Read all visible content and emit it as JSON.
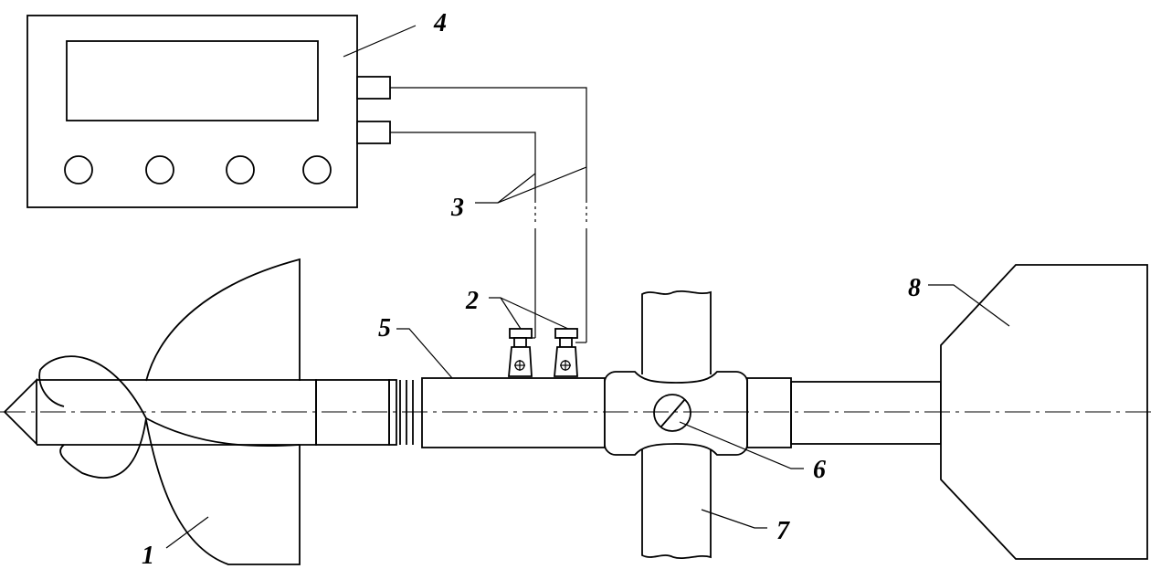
{
  "labels": {
    "propeller": "1",
    "sensors": "2",
    "cables": "3",
    "device": "4",
    "shaft": "5",
    "bolt": "6",
    "strut": "7",
    "motor": "8"
  }
}
